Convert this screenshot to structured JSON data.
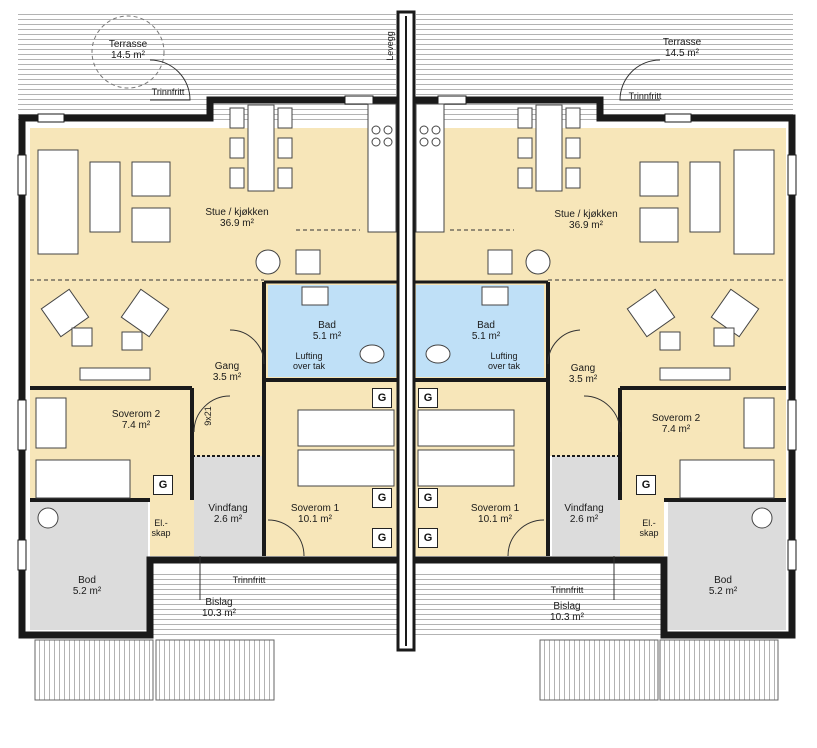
{
  "floorplan": {
    "rooms": [
      {
        "id": "terrasse-left",
        "name": "Terrasse",
        "area": "14.5 m²"
      },
      {
        "id": "terrasse-right",
        "name": "Terrasse",
        "area": "14.5 m²"
      },
      {
        "id": "stue-left",
        "name": "Stue / kjøkken",
        "area": "36.9 m²"
      },
      {
        "id": "stue-right",
        "name": "Stue / kjøkken",
        "area": "36.9 m²"
      },
      {
        "id": "bad-left",
        "name": "Bad",
        "area": "5.1 m²"
      },
      {
        "id": "bad-right",
        "name": "Bad",
        "area": "5.1 m²"
      },
      {
        "id": "gang-left",
        "name": "Gang",
        "area": "3.5 m²"
      },
      {
        "id": "gang-right",
        "name": "Gang",
        "area": "3.5 m²"
      },
      {
        "id": "soverom2-left",
        "name": "Soverom 2",
        "area": "7.4 m²"
      },
      {
        "id": "soverom2-right",
        "name": "Soverom 2",
        "area": "7.4 m²"
      },
      {
        "id": "vindfang-left",
        "name": "Vindfang",
        "area": "2.6 m²"
      },
      {
        "id": "vindfang-right",
        "name": "Vindfang",
        "area": "2.6 m²"
      },
      {
        "id": "soverom1-left",
        "name": "Soverom 1",
        "area": "10.1 m²"
      },
      {
        "id": "soverom1-right",
        "name": "Soverom 1",
        "area": "10.1 m²"
      },
      {
        "id": "bod-left",
        "name": "Bod",
        "area": "5.2 m²"
      },
      {
        "id": "bod-right",
        "name": "Bod",
        "area": "5.2 m²"
      },
      {
        "id": "bislag-left",
        "name": "Bislag",
        "area": "10.3 m²"
      },
      {
        "id": "bislag-right",
        "name": "Bislag",
        "area": "10.3 m²"
      }
    ],
    "notes": {
      "trinnfritt": "Trinnfritt",
      "levegg": "Levegg",
      "lufting_line1": "Lufting",
      "lufting_line2": "over tak",
      "el_line1": "El.-",
      "el_line2": "skap",
      "door_size": "9x21",
      "g": "G"
    },
    "colors": {
      "living": "#f7e6b9",
      "bath": "#bfe0f7",
      "service": "#dcdcdc",
      "wall": "#1a1a1a",
      "deck_line": "#9a9a9a"
    }
  }
}
